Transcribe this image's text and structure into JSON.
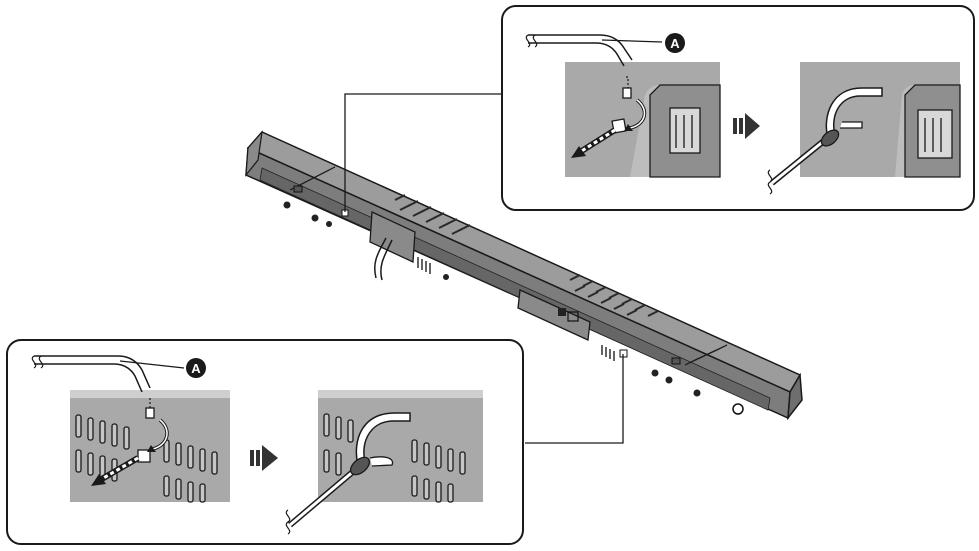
{
  "figure": {
    "marker_label": "A",
    "colors": {
      "bar_top": "#9c9c9c",
      "bar_front": "#7a7a7a",
      "panel_bg": "#b8b8b8",
      "panel_dark": "#8e8e8e",
      "outline": "#1a1a1a",
      "tie": "#ffffff",
      "arrow": "#333333"
    },
    "callouts": [
      {
        "name": "upper-callout",
        "steps": [
          "insert-cable-tie",
          "wrap-cable"
        ]
      },
      {
        "name": "lower-callout",
        "steps": [
          "insert-cable-tie",
          "wrap-cable"
        ]
      }
    ],
    "icons": [
      "step-arrow-icon",
      "cable-tie-icon",
      "cable-icon",
      "marker-a-icon"
    ]
  }
}
